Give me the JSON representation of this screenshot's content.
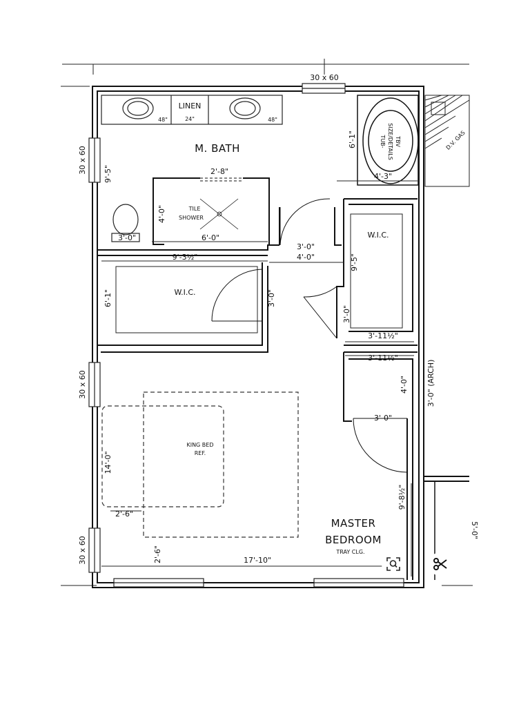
{
  "plan": {
    "rooms": {
      "master_bath": "M. BATH",
      "linen": "LINEN",
      "linen_width": "24\"",
      "vanity_left": "48\"",
      "vanity_right": "48\"",
      "tile_shower_1": "TILE",
      "tile_shower_2": "SHOWER",
      "tub_1": "TUB-",
      "tub_2": "SIZE/DETAILS",
      "tub_3": "TBV",
      "wic_top": "W.I.C.",
      "wic_left": "W.I.C.",
      "king_bed_1": "KING BED",
      "king_bed_2": "REF.",
      "master_1": "MASTER",
      "master_2": "BEDROOM",
      "tray": "TRAY CLG.",
      "fireplace": "D.V. GAS",
      "right_partial": "5'-0\""
    },
    "windows": {
      "top": "30 x 60",
      "left_upper": "30 x 60",
      "left_middle": "30 x 60",
      "left_lower": "30 x 60"
    },
    "dimensions": {
      "bath_height": "9'-5\"",
      "shower_top": "2'-8\"",
      "shower_side": "4'-0\"",
      "shower_bottom": "6'-0\"",
      "toilet": "3'-0\"",
      "tub_height": "6'-1\"",
      "tub_width": "4'-3\"",
      "bath_door": "3'-0\"",
      "hall": "4'-0\"",
      "wic_left_width": "9'-3½\"",
      "wic_left_height": "6'-1\"",
      "wic_left_door": "3'-0\"",
      "wic_top_height": "9'-5\"",
      "wic_top_door": "3'-0\"",
      "wic_top_width": "3'-11½\"",
      "closet_width": "3'-11½\"",
      "closet_height": "4'-0\"",
      "closet_door": "3'-0\"",
      "arch": "3'-0\" (ARCH)",
      "bed_height": "14'-0\"",
      "bed_offset": "2'-6\"",
      "bed_offset_v": "2'-6\"",
      "room_width": "17'-10\"",
      "room_right": "9'-8½\""
    }
  }
}
